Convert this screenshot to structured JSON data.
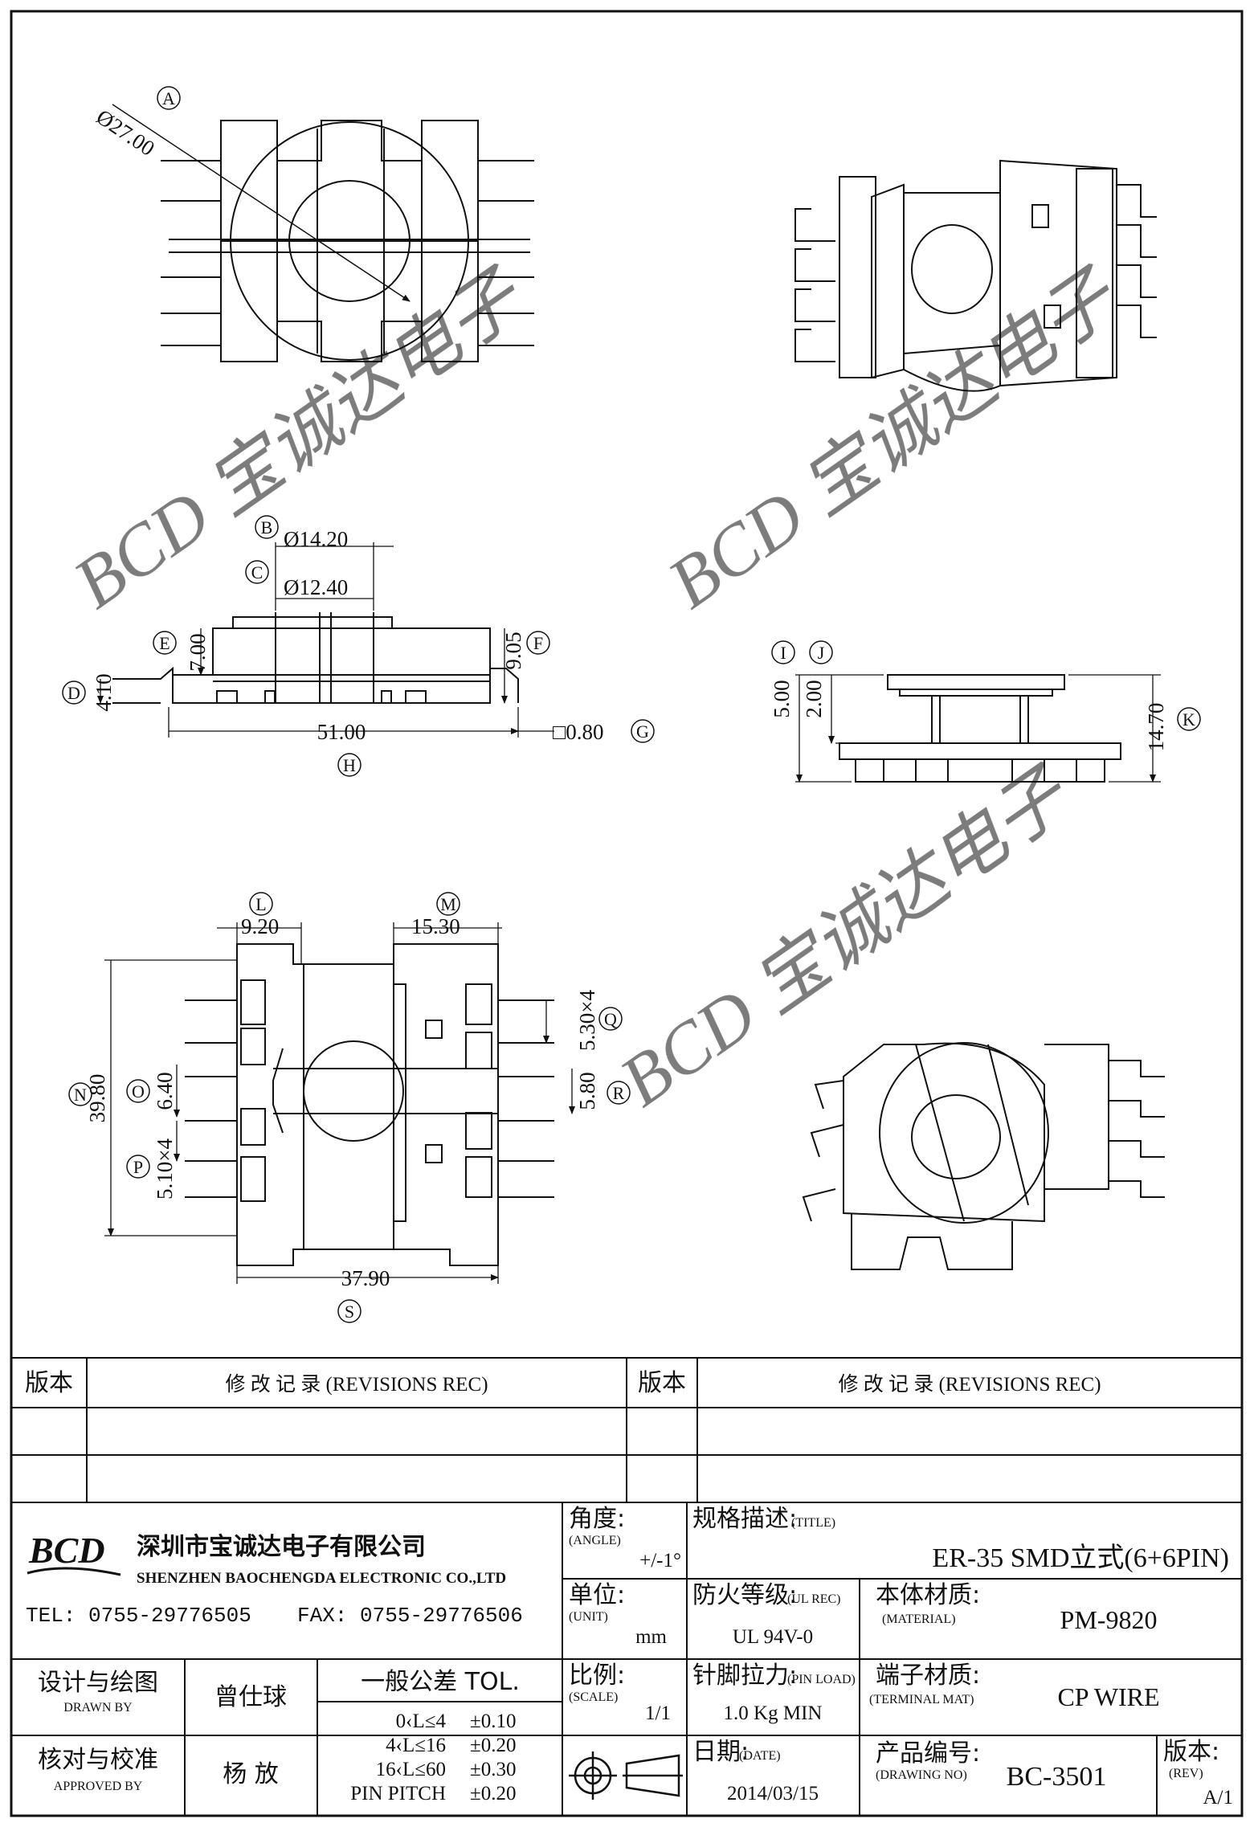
{
  "drawing": {
    "callouts": {
      "A": "A",
      "B": "B",
      "C": "C",
      "D": "D",
      "E": "E",
      "F": "F",
      "G": "G",
      "H": "H",
      "I": "I",
      "J": "J",
      "K": "K",
      "L": "L",
      "M": "M",
      "N": "N",
      "O": "O",
      "P": "P",
      "Q": "Q",
      "R": "R",
      "S": "S"
    },
    "dimensions": {
      "A": "Ø27.00",
      "B": "Ø14.20",
      "C": "Ø12.40",
      "D": "4.10",
      "E": "7.00",
      "F": "9.05",
      "G": "□0.80",
      "H": "51.00",
      "I": "5.00",
      "J": "2.00",
      "K": "14.70",
      "L": "9.20",
      "M": "15.30",
      "N": "39.80",
      "O": "6.40",
      "P": "5.10×4",
      "Q": "5.30×4",
      "R": "5.80",
      "S": "37.90"
    },
    "watermark": "BCD 宝诚达电子"
  },
  "revisions": {
    "col_version": "版本",
    "col_record": "修  改  记  录  (REVISIONS REC)"
  },
  "company": {
    "logo": "BCD",
    "name_cn": "深圳市宝诚达电子有限公司",
    "name_en": "SHENZHEN BAOCHENGDA ELECTRONIC CO.,LTD",
    "tel": "TEL: 0755-29776505",
    "fax": "FAX: 0755-29776506"
  },
  "title_block": {
    "angle_label": "角度:",
    "angle_sub": "(ANGLE)",
    "angle_value": "+/-1°",
    "title_label": "规格描述:",
    "title_sub": "(TITLE)",
    "title_value": "ER-35 SMD立式(6+6PIN)",
    "unit_label": "单位:",
    "unit_sub": "(UNIT)",
    "unit_value": "mm",
    "ul_label": "防火等级:",
    "ul_sub": "(UL REC)",
    "ul_value": "UL 94V-0",
    "material_label": "本体材质:",
    "material_sub": "(MATERIAL)",
    "material_value": "PM-9820",
    "designer_label": "设计与绘图",
    "designer_sub": "DRAWN BY",
    "designer_name": "曾仕球",
    "tol_title": "一般公差  TOL.",
    "scale_label": "比例:",
    "scale_sub": "(SCALE)",
    "scale_value": "1/1",
    "pinload_label": "针脚拉力:",
    "pinload_sub": "(PIN LOAD)",
    "pinload_value": "1.0 Kg MIN",
    "terminal_label": "端子材质:",
    "terminal_sub": "(TERMINAL MAT)",
    "terminal_value": "CP WIRE",
    "checker_label": "核对与校准",
    "checker_sub": "APPROVED BY",
    "checker_name": "杨   放",
    "tol_rows": [
      {
        "range": "0‹L≤4",
        "value": "±0.10"
      },
      {
        "range": "4‹L≤16",
        "value": "±0.20"
      },
      {
        "range": "16‹L≤60",
        "value": "±0.30"
      },
      {
        "range": "PIN PITCH",
        "value": "±0.20"
      }
    ],
    "date_label": "日期:",
    "date_sub": "(DATE)",
    "date_value": "2014/03/15",
    "drawing_no_label": "产品编号:",
    "drawing_no_sub": "(DRAWING NO)",
    "drawing_no_value": "BC-3501",
    "rev_label": "版本:",
    "rev_sub": "(REV)",
    "rev_value": "A/1"
  }
}
